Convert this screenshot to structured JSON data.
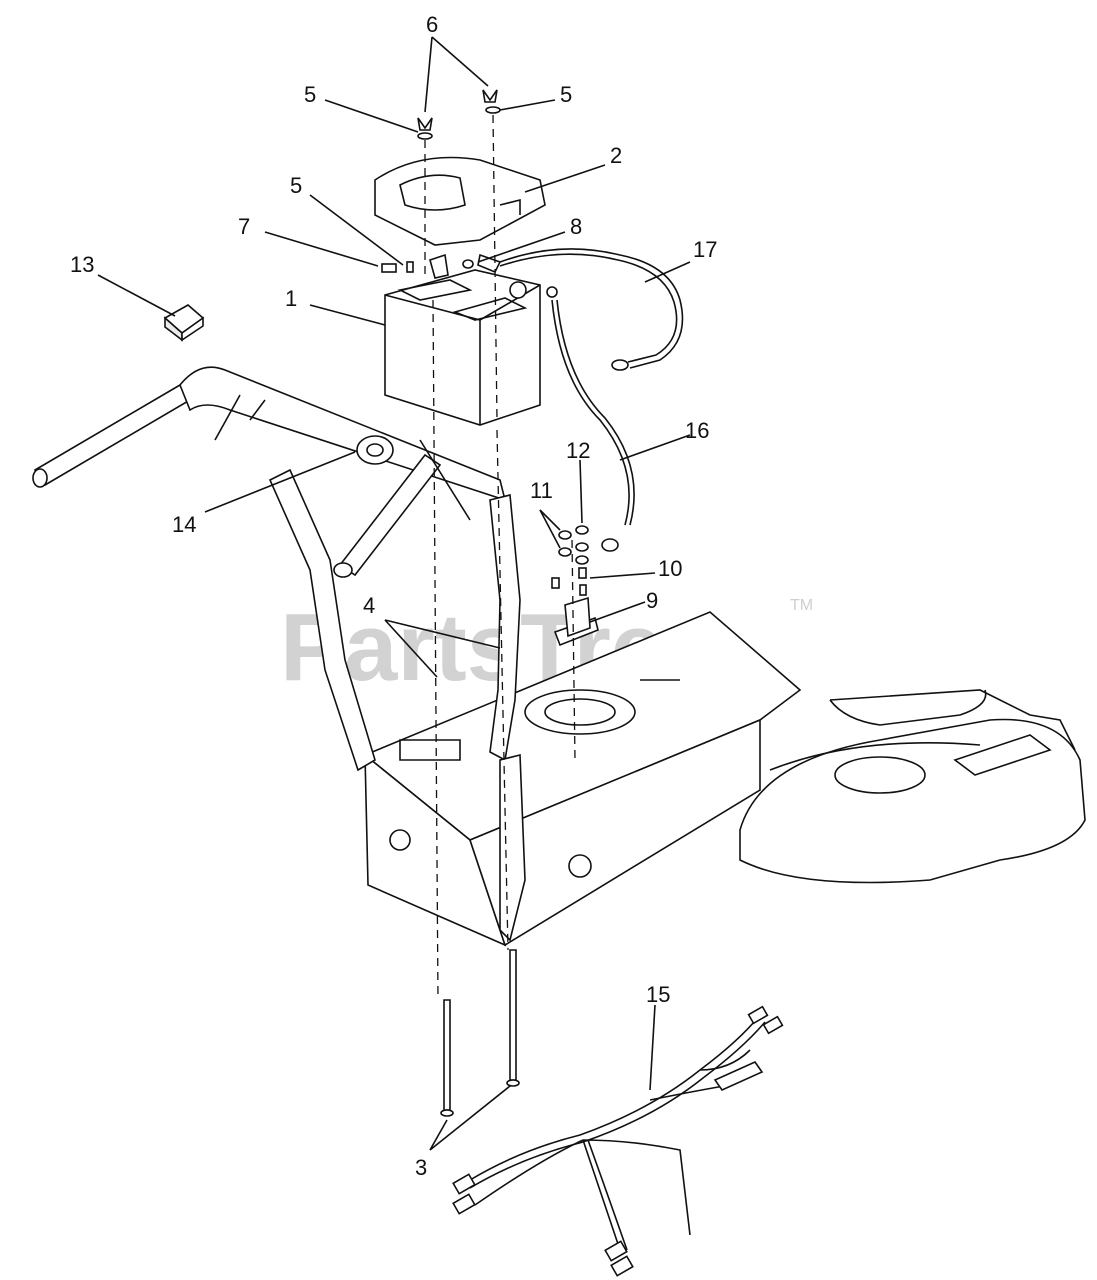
{
  "watermark": {
    "text": "PartsTree",
    "trademark": "TM"
  },
  "callouts": {
    "c1": "1",
    "c2": "2",
    "c3": "3",
    "c4": "4",
    "c5a": "5",
    "c5b": "5",
    "c5c": "5",
    "c6": "6",
    "c7": "7",
    "c8": "8",
    "c9": "9",
    "c10": "10",
    "c11": "11",
    "c12": "12",
    "c13": "13",
    "c14": "14",
    "c15": "15",
    "c16": "16",
    "c17": "17"
  }
}
